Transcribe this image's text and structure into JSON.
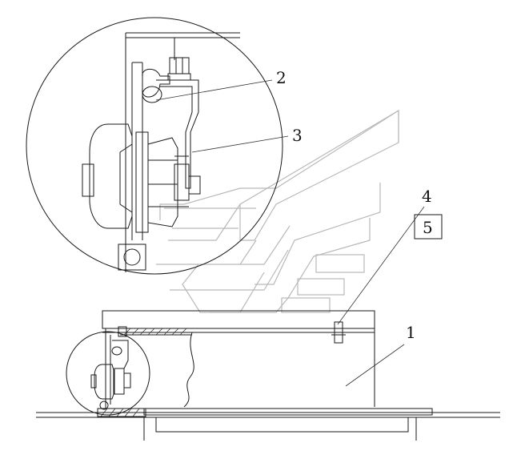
{
  "diagram": {
    "callouts": [
      {
        "id": "c1",
        "label": "1"
      },
      {
        "id": "c2",
        "label": "2"
      },
      {
        "id": "c3",
        "label": "3"
      },
      {
        "id": "c4",
        "label": "4"
      },
      {
        "id": "c5",
        "label": "5"
      }
    ]
  },
  "colors": {
    "line": "#1a1a1a",
    "watermark": "#b9b9b9",
    "background": "#ffffff"
  }
}
